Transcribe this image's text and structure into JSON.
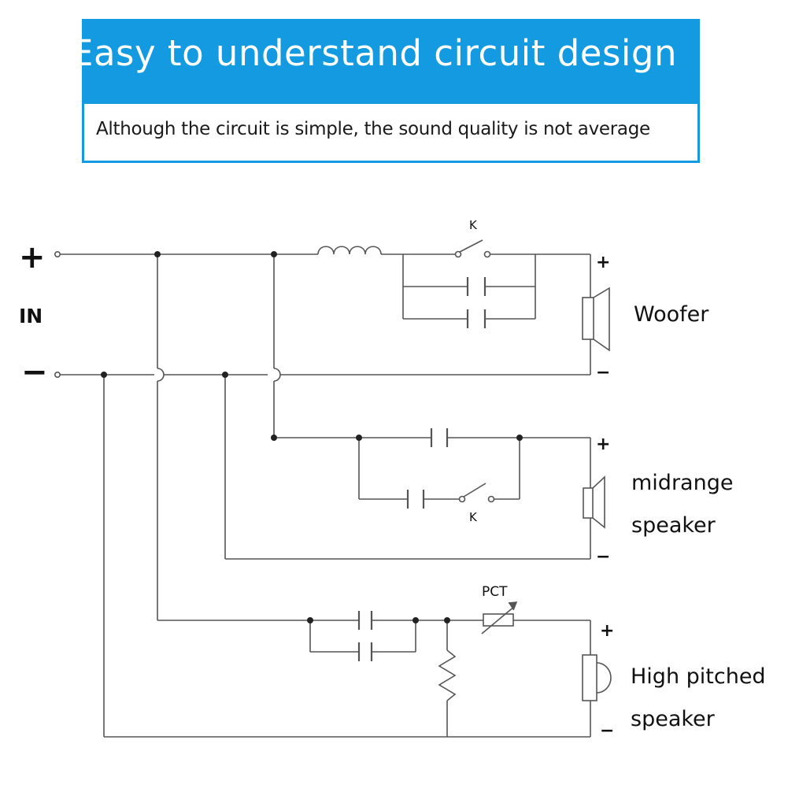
{
  "banner": {
    "title": "Easy to understand circuit design",
    "subtitle": "Although the circuit is simple, the sound quality is not average"
  },
  "input": {
    "plus": "+",
    "minus": "−",
    "label": "IN"
  },
  "woofer": {
    "switch_label": "K",
    "plus": "+",
    "minus": "−",
    "label": "Woofer"
  },
  "midrange": {
    "switch_label": "K",
    "plus": "+",
    "minus": "−",
    "label_line1": "midrange",
    "label_line2": "speaker"
  },
  "tweeter": {
    "pct_label": "PCT",
    "plus": "+",
    "minus": "−",
    "label_line1": "High pitched",
    "label_line2": "speaker"
  },
  "colors": {
    "banner": "#139ae0",
    "wire": "#555555",
    "text": "#111111"
  }
}
